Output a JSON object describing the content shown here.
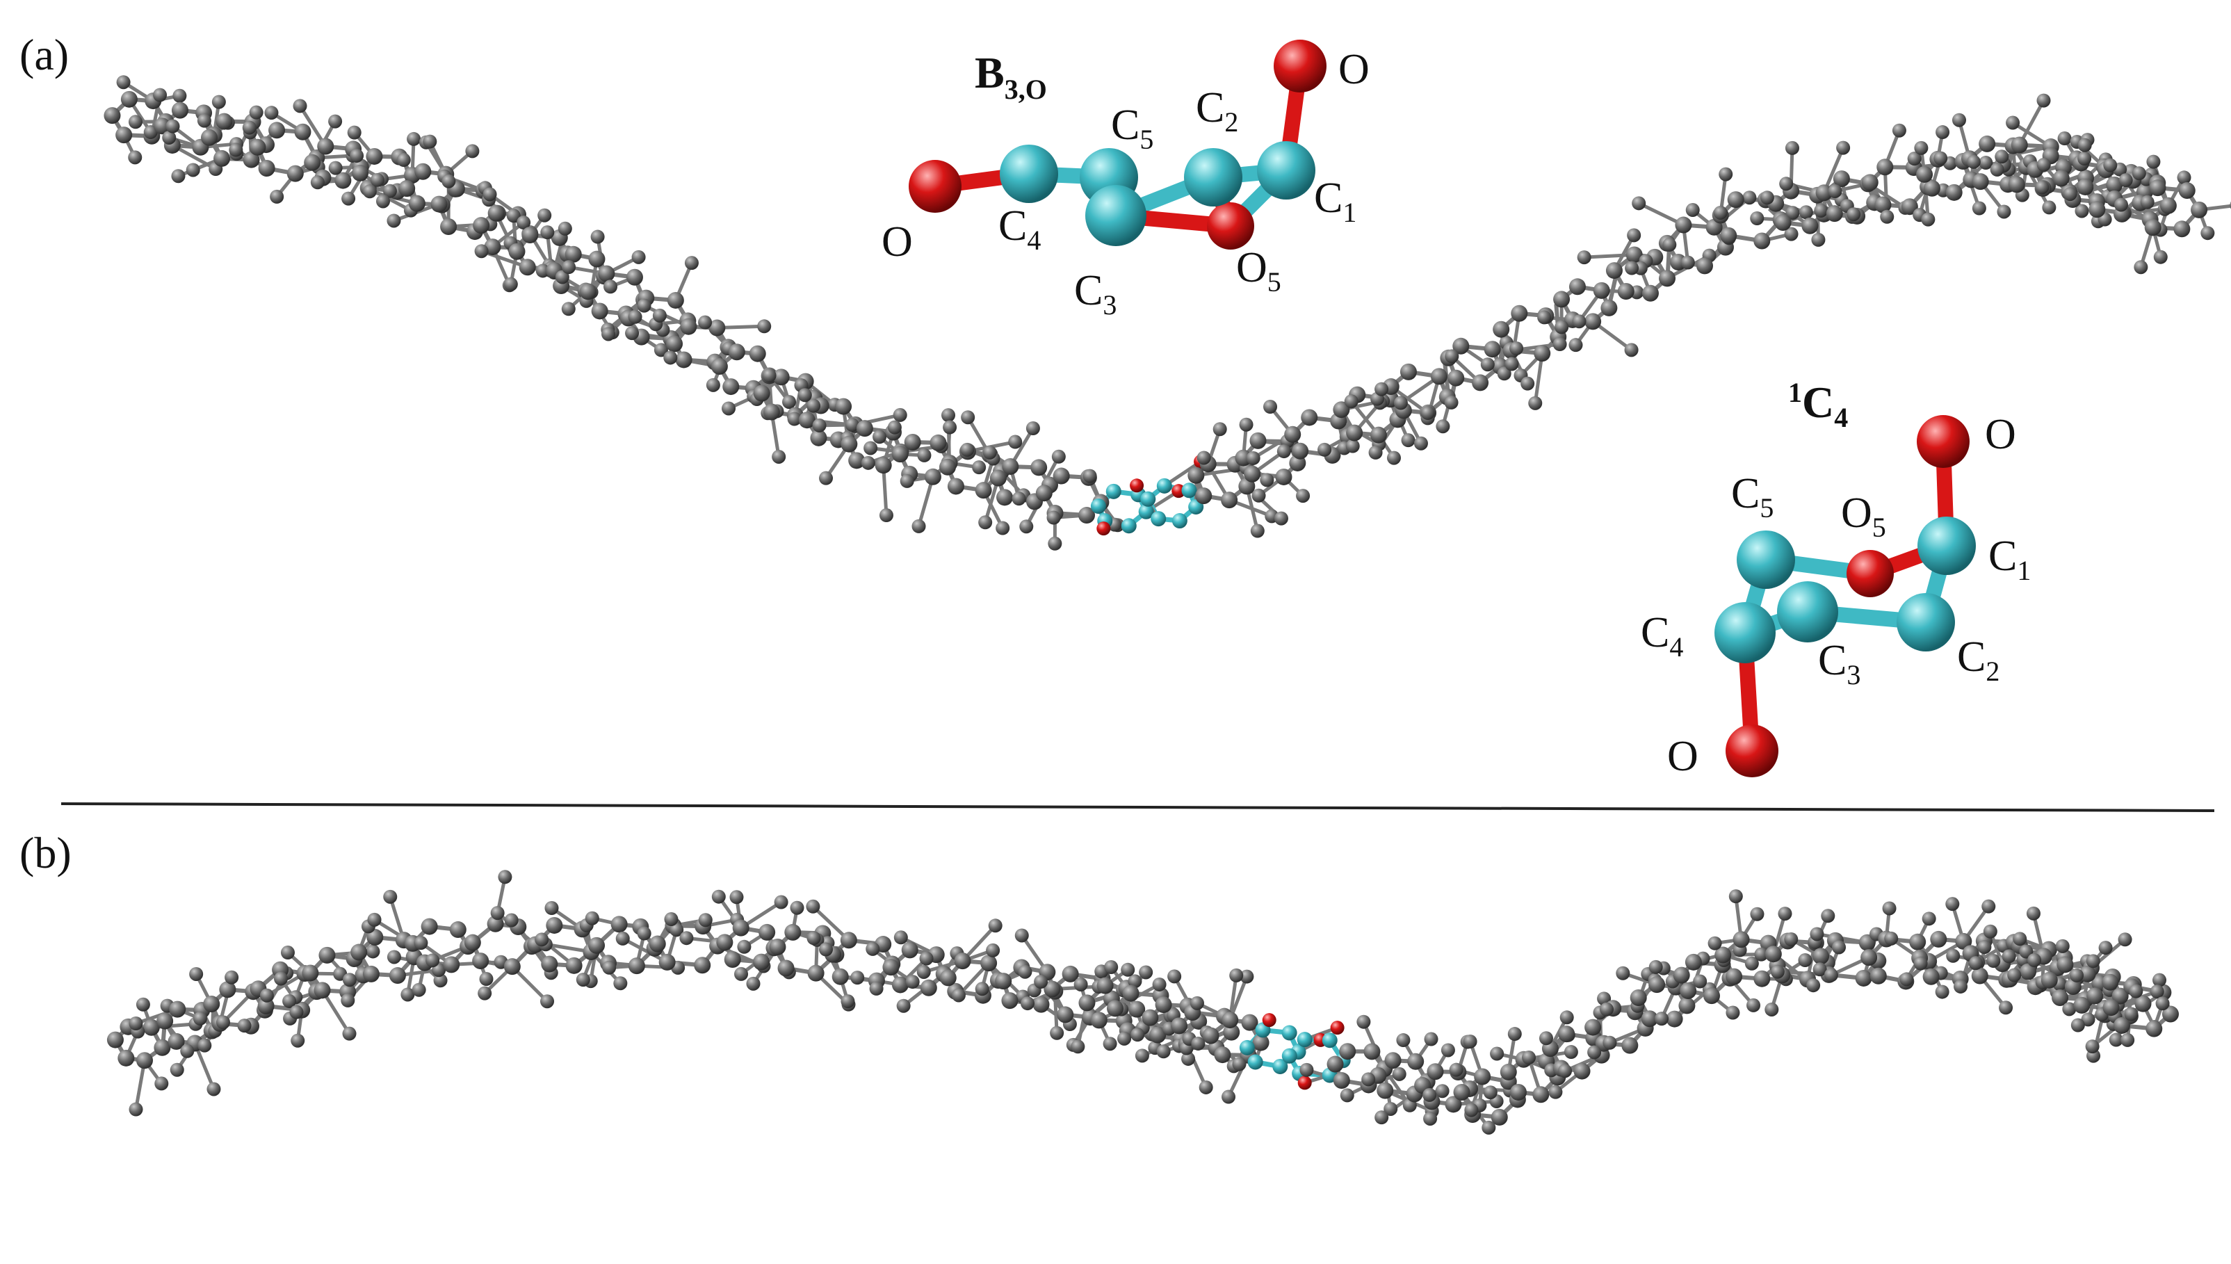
{
  "panels": {
    "a": {
      "label": "(a)"
    },
    "b": {
      "label": "(b)"
    }
  },
  "insets": {
    "boat": {
      "title_main": "B",
      "title_sub": "3,O",
      "labels": {
        "O_top": "O",
        "O_left": "O",
        "C1": "C",
        "C1_sub": "1",
        "C2": "C",
        "C2_sub": "2",
        "C3": "C",
        "C3_sub": "3",
        "C4": "C",
        "C4_sub": "4",
        "C5": "C",
        "C5_sub": "5",
        "O5": "O",
        "O5_sub": "5"
      }
    },
    "chair": {
      "title_sup": "1",
      "title_main": "C",
      "title_sub": "4",
      "labels": {
        "O_top": "O",
        "O_bottom": "O",
        "C1": "C",
        "C1_sub": "1",
        "C2": "C",
        "C2_sub": "2",
        "C3": "C",
        "C3_sub": "3",
        "C4": "C",
        "C4_sub": "4",
        "C5": "C",
        "C5_sub": "5",
        "O5": "O",
        "O5_sub": "5"
      }
    }
  },
  "colors": {
    "carbon_gray": "#6b6b6b",
    "ring_carbon": "#3fb9c4",
    "oxygen": "#d81616",
    "bond_gray": "#7a7a7a",
    "divider": "#222222"
  }
}
